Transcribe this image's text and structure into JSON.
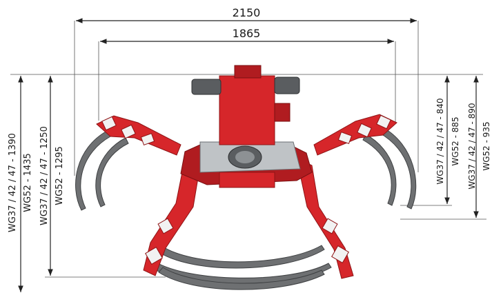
{
  "dimensions": {
    "overall_width": "2150",
    "open_width": "1865",
    "left_height_outer_line1": "WG37 / 42 / 47 - 1390",
    "left_height_outer_line2": "WG52 - 1435",
    "left_height_inner_line1": "WG37 / 42 / 47 - 1250",
    "left_height_inner_line2": "WG52 - 1295",
    "right_height_inner_line1": "WG37 / 42 / 47 - 840",
    "right_height_inner_line2": "WG52 - 885",
    "right_height_outer_line1": "WG37 / 42 / 47 - 890",
    "right_height_outer_line2": "WG52 - 935"
  },
  "colors": {
    "frame_red": "#d6262a",
    "tine_grey": "#6e7072",
    "head_plate_grey": "#bfc3c6"
  }
}
